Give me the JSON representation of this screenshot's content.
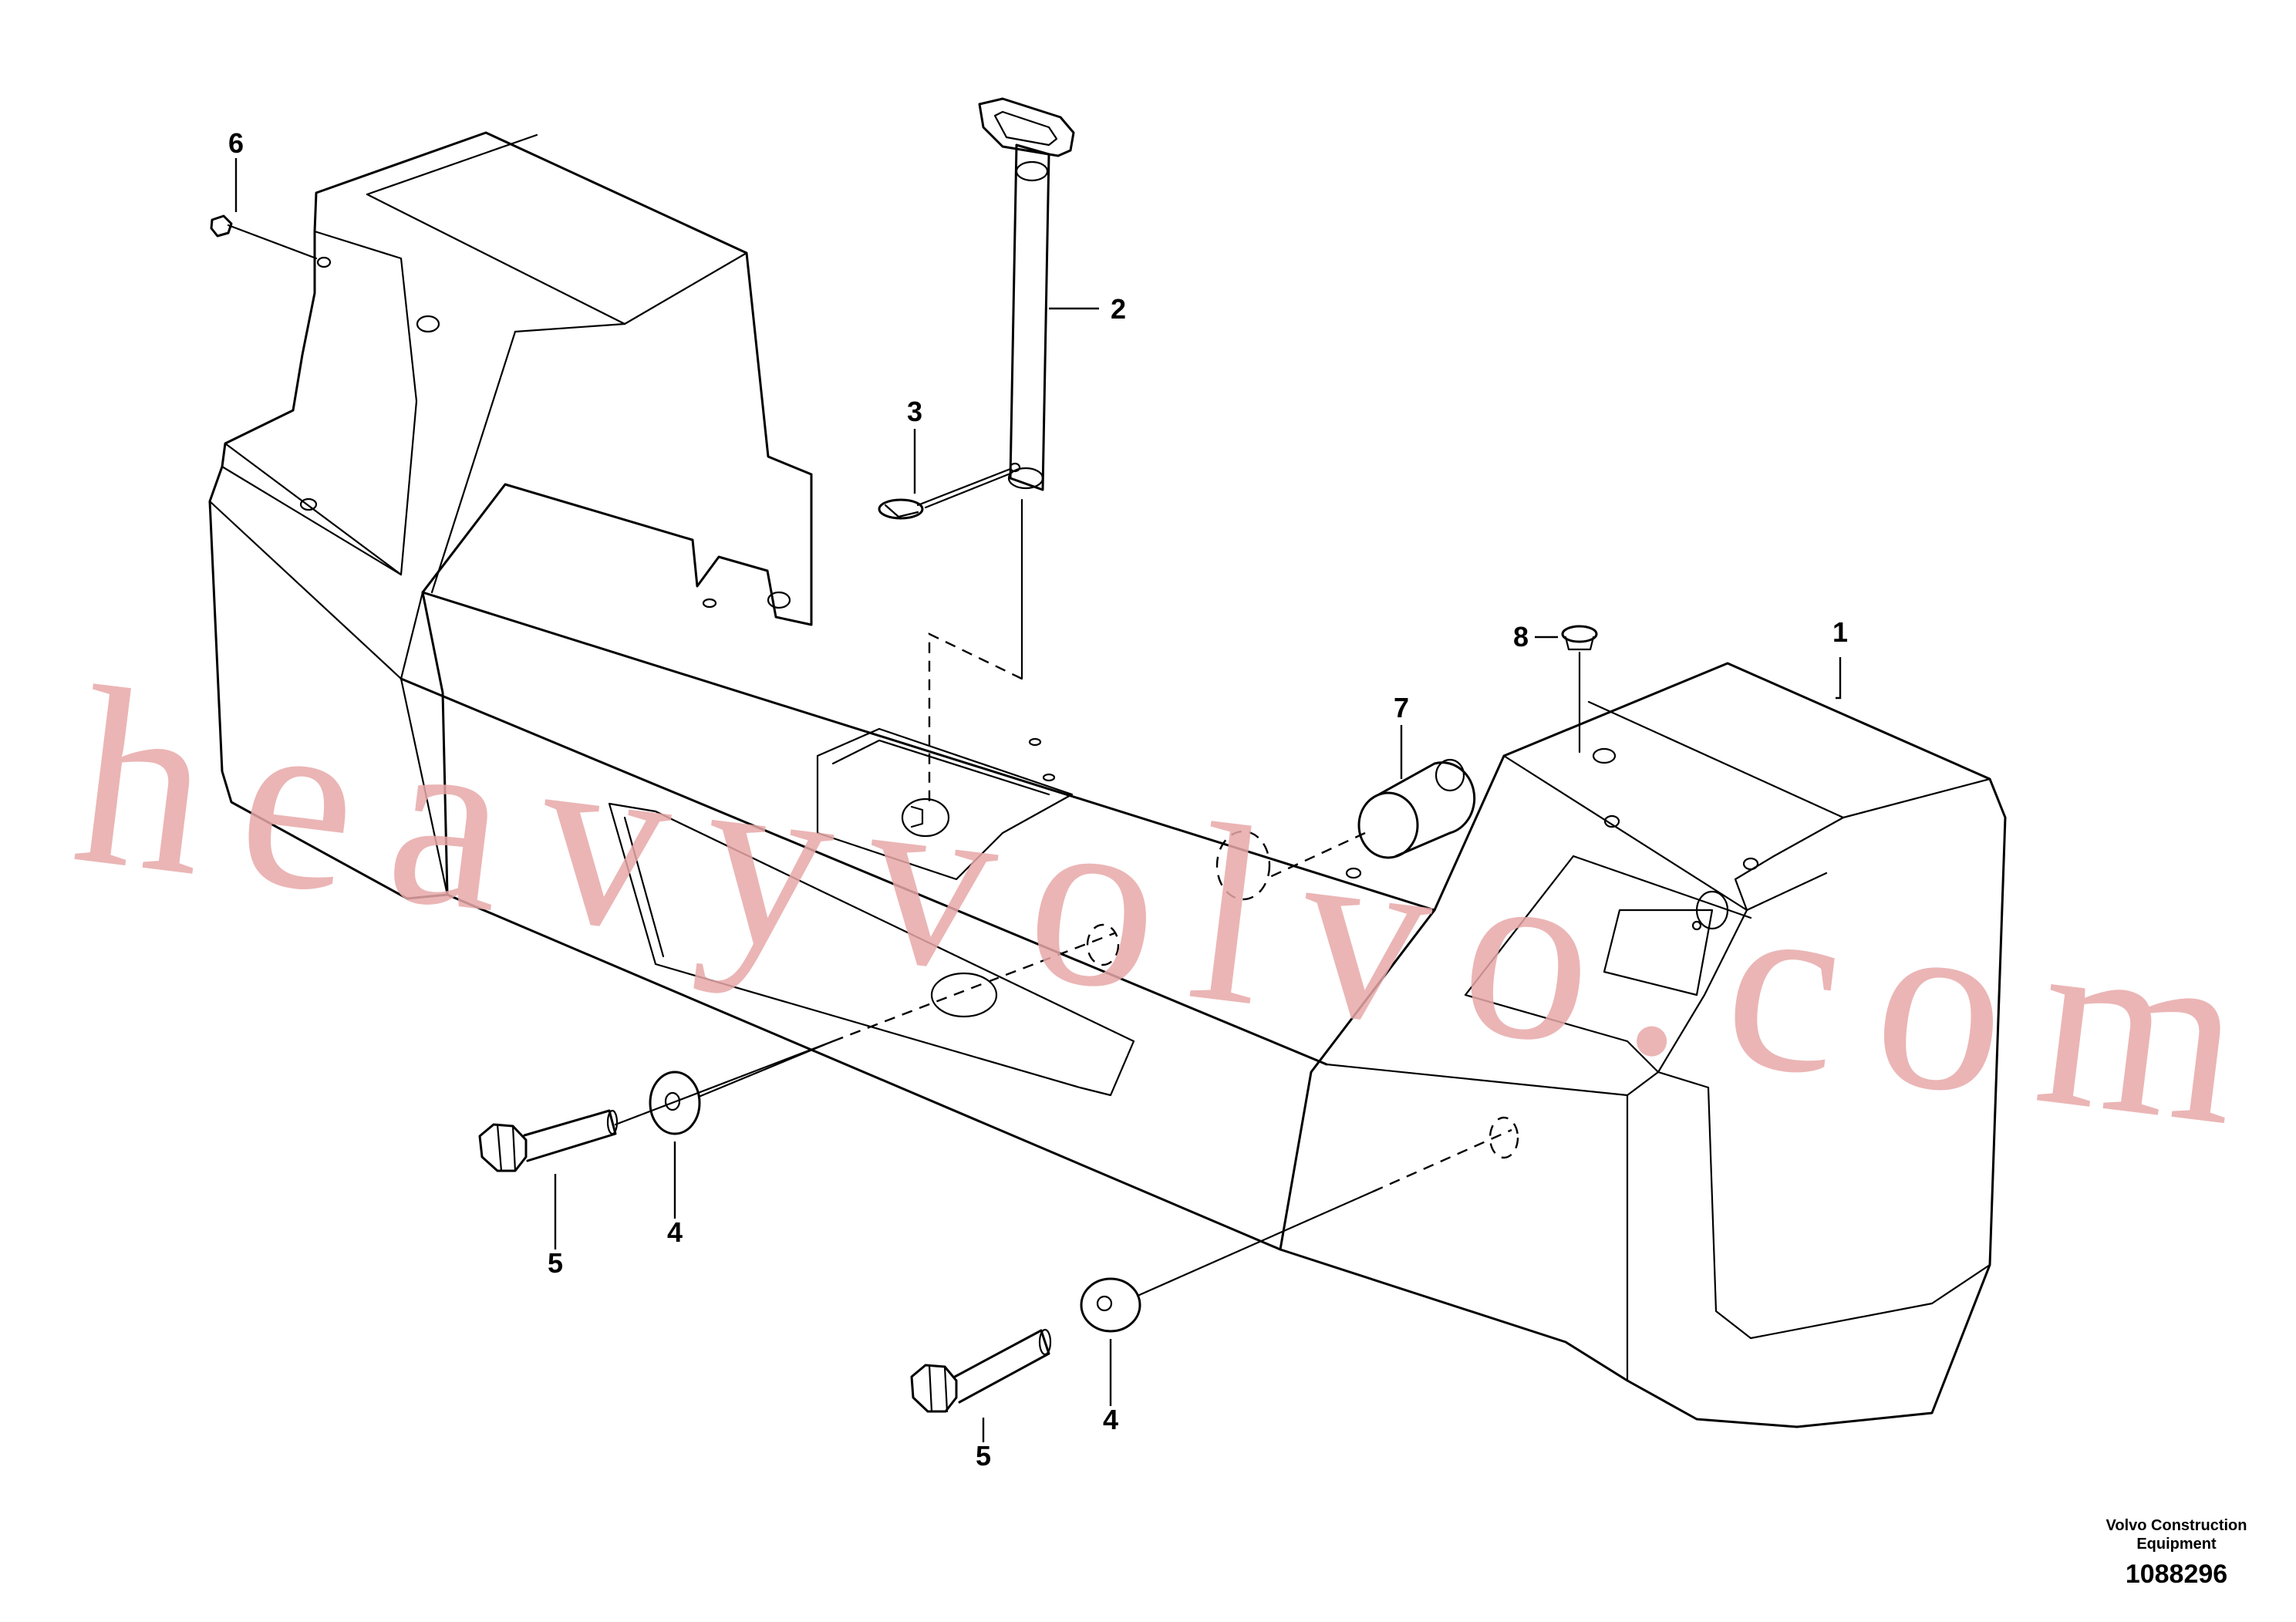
{
  "watermark": "heavyvolvo.com",
  "callouts": {
    "c1": "1",
    "c2": "2",
    "c3": "3",
    "c4a": "4",
    "c4b": "4",
    "c5a": "5",
    "c5b": "5",
    "c6": "6",
    "c7": "7",
    "c8": "8"
  },
  "footer": {
    "company_line1": "Volvo Construction",
    "company_line2": "Equipment",
    "drawing_number": "1088296"
  }
}
